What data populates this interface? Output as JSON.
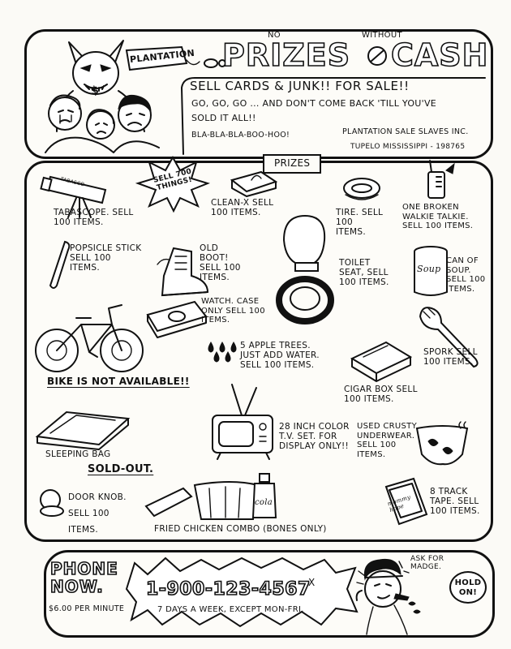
{
  "header": {
    "plantation_sign": "PLANTATION",
    "no_small": "NO",
    "without_small": "WITHOUT",
    "title_prizes": "PRIZES",
    "title_cash": "CASH",
    "face_mark": "$"
  },
  "pitch": {
    "headline": "SELL CARDS & JUNK!! FOR SALE!!",
    "line1": "GO, GO, GO ... AND DON'T COME BACK 'TILL YOU'VE",
    "line2": "SOLD IT ALL!!",
    "blabla": "BLA-BLA-BLA-BOO-HOO!",
    "company": "PLANTATION SALE SLAVES INC.",
    "address": "TUPELO MISSISSIPPI - 198765"
  },
  "prizes": {
    "header_label": "PRIZES",
    "starburst_text": "SELL 700 THINGS!",
    "items": {
      "tabascope": "TABASCOPE. SELL 100 ITEMS.",
      "tabasco_label": "TABASCO",
      "cleanex": "CLEAN-X SELL 100 ITEMS.",
      "tire": "TIRE. SELL 100 ITEMS.",
      "walkie": "ONE BROKEN WALKIE TALKIE. SELL 100 ITEMS.",
      "popsicle": "POPSICLE STICK SELL 100 ITEMS.",
      "boot": "OLD BOOT! SELL 100 ITEMS.",
      "toilet": "TOILET SEAT, SELL 100 ITEMS.",
      "soup": "CAN OF SOUP. SELL 100 ITEMS.",
      "soup_label": "Soup",
      "watch": "WATCH. CASE ONLY SELL 100 ITEMS.",
      "bike": "BIKE IS NOT AVAILABLE!!",
      "apple": "5 APPLE TREES. JUST ADD WATER. SELL 100 ITEMS.",
      "spork": "SPORK SELL 100 ITEMS.",
      "cigar": "CIGAR BOX SELL 100 ITEMS.",
      "sleeping_bag": "SLEEPING BAG",
      "sold_out": "SOLD-OUT.",
      "tv": "28 INCH COLOR T.V. SET. FOR DISPLAY ONLY!!",
      "underwear": "USED CRUSTY UNDERWEAR. SELL 100 ITEMS.",
      "door_knob": "DOOR KNOB. SELL 100 ITEMS.",
      "chicken": "FRIED CHICKEN COMBO (BONES ONLY)",
      "cola_label": "cola",
      "eight_track": "8 TRACK TAPE. SELL 100 ITEMS.",
      "tape_label": "mommy hope"
    }
  },
  "phone": {
    "phone_now": "PHONE NOW.",
    "price": "$6.00 PER MINUTE",
    "number": "1-900-123-4567",
    "number_mark": "x",
    "hours": "7 DAYS A WEEK, EXCEPT MON-FRI.",
    "ask_for": "ASK FOR MADGE.",
    "hold_on": "HOLD ON!"
  },
  "colors": {
    "ink": "#111111",
    "paper": "#fbfaf6"
  }
}
